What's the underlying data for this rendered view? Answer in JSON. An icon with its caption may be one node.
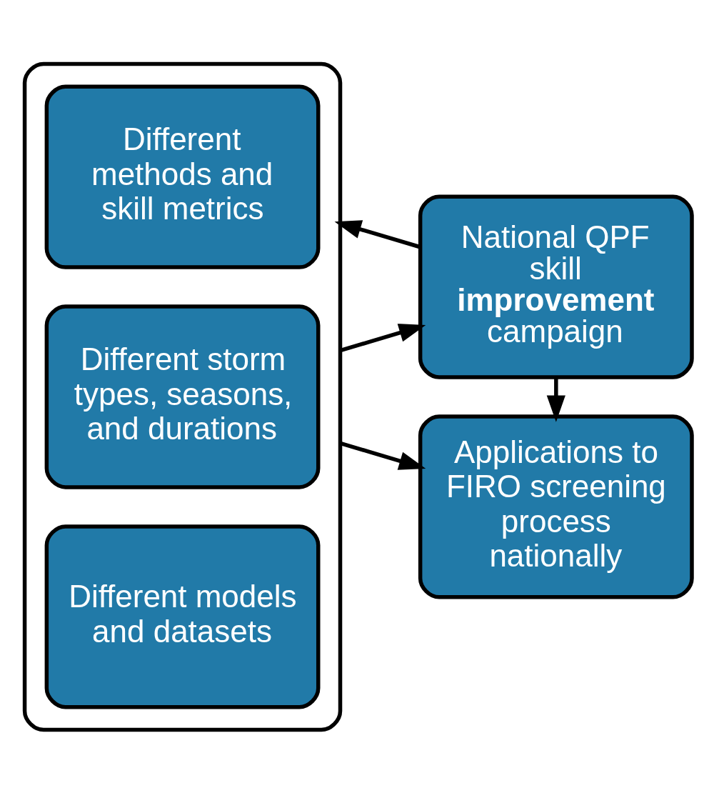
{
  "diagram": {
    "nodes": [
      {
        "text": [],
        "shape": "box"
      },
      {
        "text": [
          "Different methods and skill metrics"
        ],
        "in": 0
      },
      {
        "text": [
          "Different storm types, seasons, and durations"
        ],
        "in": 0
      },
      {
        "text": [
          "Different models and datasets"
        ],
        "in": 0
      },
      {
        "text": [
          "National QPF skill **improvement** campaign"
        ]
      },
      {
        "text": [
          "Applications to FIRO screening process nationally"
        ]
      }
    ],
    "edges": [
      {
        "from": 0,
        "to": 4,
        "arrow": "to"
      },
      {
        "from": 4,
        "to": 0,
        "arrow": "to"
      },
      {
        "from": 0,
        "to": 5,
        "arrow": "to"
      },
      {
        "from": 4,
        "to": 5,
        "arrow": "to"
      }
    ]
  }
}
